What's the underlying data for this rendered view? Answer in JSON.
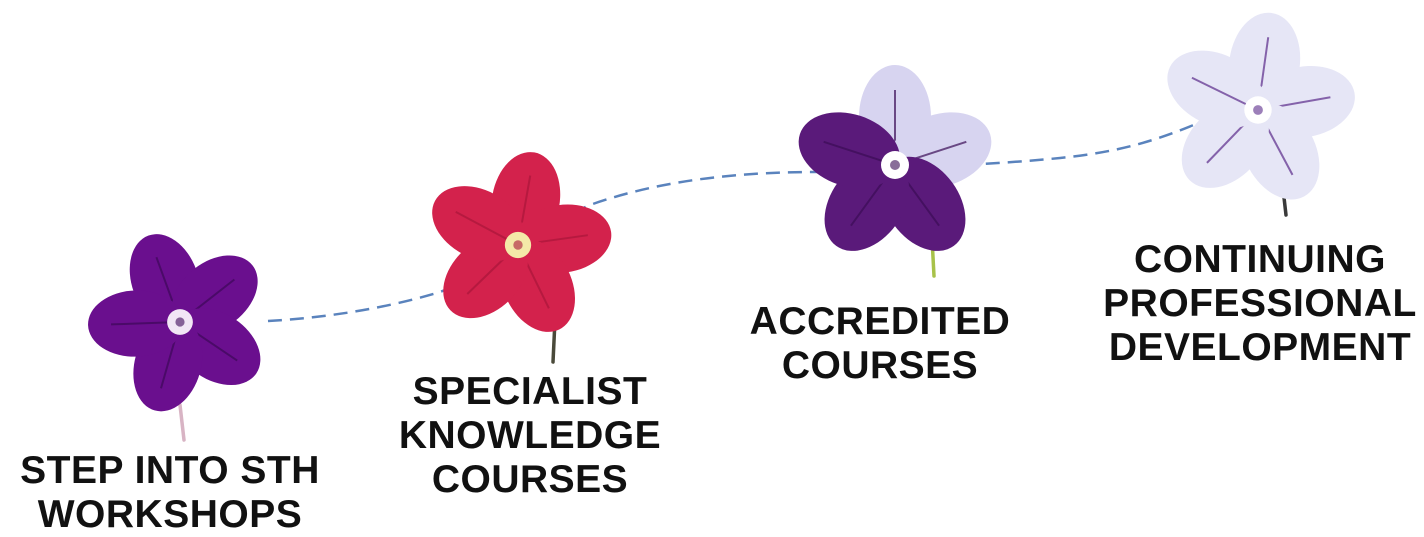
{
  "colors": {
    "path_line": "#5a83bd",
    "background": "#ffffff",
    "label_text": "#111111"
  },
  "stages": [
    {
      "id": "step-into-sth-workshops",
      "label_lines": [
        "STEP INTO STH",
        "WORKSHOPS"
      ],
      "flower": {
        "petal_color": "#6a0f8e",
        "center_color": "#f2e6f5",
        "vein_color": "#3d0858",
        "stem_color": "#d8b4c4"
      }
    },
    {
      "id": "specialist-knowledge-courses",
      "label_lines": [
        "SPECIALIST",
        "KNOWLEDGE",
        "COURSES"
      ],
      "flower": {
        "petal_color": "#d3224c",
        "center_color": "#f4e9a8",
        "vein_color": "#a9153a",
        "stem_color": "#4a4a3a"
      }
    },
    {
      "id": "accredited-courses",
      "label_lines": [
        "ACCREDITED",
        "COURSES"
      ],
      "flower": {
        "petal_color": "#5a1a7a",
        "secondary_color": "#d7d4f0",
        "center_color": "#ffffff",
        "vein_color": "#3a0d55",
        "stem_color": "#a8c24a"
      }
    },
    {
      "id": "continuing-professional-development",
      "label_lines": [
        "CONTINUING",
        "PROFESSIONAL",
        "DEVELOPMENT"
      ],
      "flower": {
        "petal_color": "#e6e6f6",
        "center_color": "#ffffff",
        "vein_color": "#5a2a8a",
        "stem_color": "#3a3a3a"
      }
    }
  ]
}
